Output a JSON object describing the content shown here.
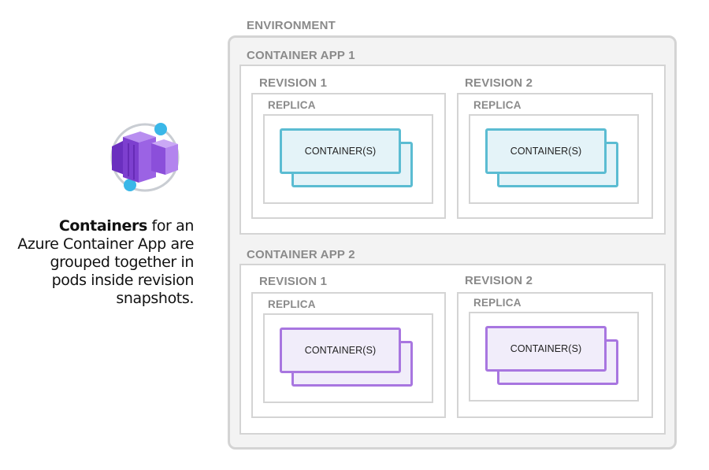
{
  "description": {
    "bold": "Containers",
    "rest": " for an Azure Container App are grouped together in pods inside revision snapshots."
  },
  "diagram": {
    "environment_label": "ENVIRONMENT",
    "apps": [
      {
        "label": "CONTAINER APP 1",
        "revisions": [
          {
            "label": "REVISION 1",
            "replica_label": "REPLICA",
            "container_label": "CONTAINER(S)"
          },
          {
            "label": "REVISION 2",
            "replica_label": "REPLICA",
            "container_label": "CONTAINER(S)"
          }
        ]
      },
      {
        "label": "CONTAINER APP 2",
        "revisions": [
          {
            "label": "REVISION 1",
            "replica_label": "REPLICA",
            "container_label": "CONTAINER(S)"
          },
          {
            "label": "REVISION 2",
            "replica_label": "REPLICA",
            "container_label": "CONTAINER(S)"
          }
        ]
      }
    ]
  },
  "colors": {
    "app1_container_border": "#5bbcd2",
    "app1_container_fill": "#e4f3f8",
    "app2_container_border": "#a876e0",
    "app2_container_fill": "#f1edfa",
    "frame_gray": "#d4d4d4",
    "label_gray": "#8a8a8a"
  },
  "icons": {
    "logo": "azure-container-apps-icon"
  }
}
